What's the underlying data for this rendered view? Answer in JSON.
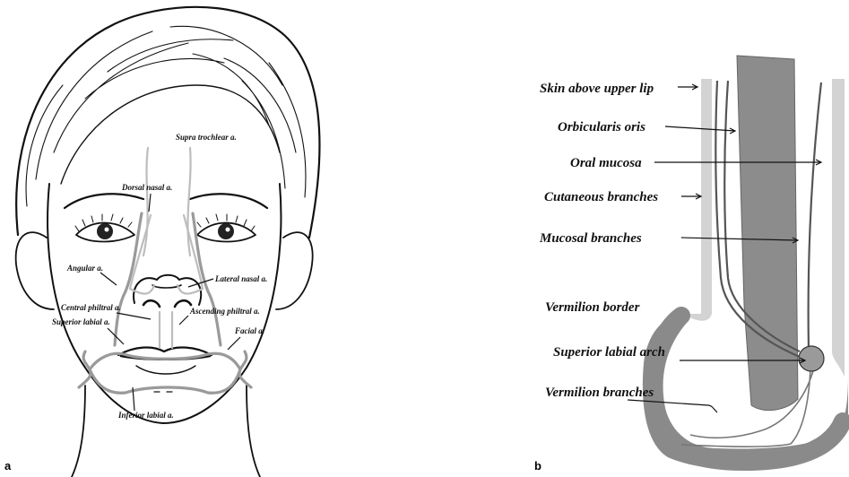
{
  "panel_a": {
    "letter": "a",
    "labels": {
      "supratrochlear": "Supra trochlear a.",
      "dorsal_nasal": "Dorsal nasal a.",
      "angular": "Angular a.",
      "lateral_nasal": "Lateral nasal a.",
      "central_philtral": "Central philtral a.",
      "ascending_philtral": "Ascending philtral a.",
      "superior_labial": "Superior labial a.",
      "facial": "Facial a.",
      "inferior_labial": "Inferior labial a."
    }
  },
  "panel_b": {
    "letter": "b",
    "labels": {
      "skin": "Skin above upper lip",
      "orbicularis": "Orbicularis oris",
      "oral_mucosa": "Oral mucosa",
      "cutaneous": "Cutaneous branches",
      "mucosal": "Mucosal branches",
      "vermilion_border": "Vermilion border",
      "superior_arch": "Superior labial arch",
      "vermilion_branches": "Vermilion branches"
    }
  },
  "colors": {
    "ink": "#111111",
    "artery": "#9a9a9a",
    "muscle": "#8c8c8c",
    "skin_band": "#d3d3d3",
    "vermilion_band": "#8a8a8a"
  }
}
